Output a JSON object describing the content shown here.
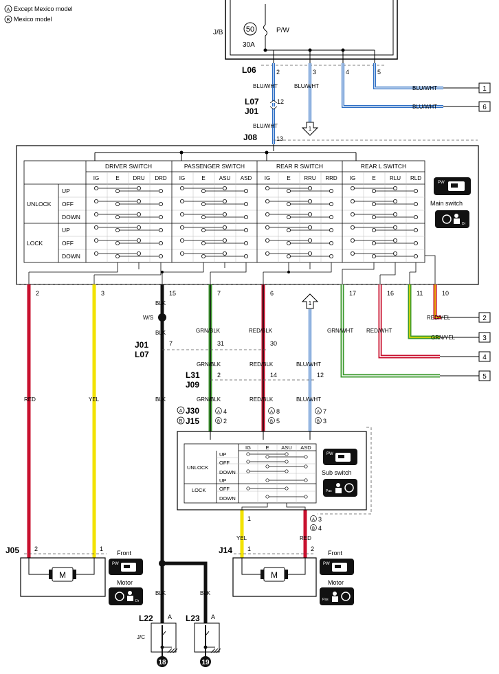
{
  "legend": {
    "a_symbol": "A",
    "a_text": "Except Mexico model",
    "b_symbol": "B",
    "b_text": "Mexico model"
  },
  "fuse": {
    "box": "J/B",
    "number": "50",
    "name": "P/W",
    "rating": "30A"
  },
  "connectors": {
    "L06": "L06",
    "L07": "L07",
    "J01": "J01",
    "J08": "J08",
    "L31": "L31",
    "J09": "J09",
    "J30": "J30",
    "J15": "J15",
    "J05": "J05",
    "J14": "J14",
    "L22": "L22",
    "L23": "L23",
    "WS": "W/S",
    "JC": "J/C"
  },
  "pins": {
    "l06_2": "2",
    "l06_3": "3",
    "l06_4": "4",
    "l06_5": "5",
    "l07_12": "12",
    "j08_13": "13",
    "main_2": "2",
    "main_3": "3",
    "main_15": "15",
    "main_7": "7",
    "main_6": "6",
    "main_17": "17",
    "main_16": "16",
    "main_11": "11",
    "main_10": "10",
    "j01_7": "7",
    "j01_31": "31",
    "j01_30": "30",
    "j09_2": "2",
    "j09_14": "14",
    "j09_12": "12",
    "j30_a4": "4",
    "j30_b2": "2",
    "j30_a8": "8",
    "j30_b5": "5",
    "j30_a7": "7",
    "j30_b3": "3",
    "sub_1": "1",
    "sub_a3": "3",
    "sub_b4": "4",
    "j05_2": "2",
    "j05_1": "1",
    "j14_1": "1",
    "j14_2": "2",
    "l22_a": "A",
    "l23_a": "A"
  },
  "wires": {
    "blu_wht": "BLU/WHT",
    "blk": "BLK",
    "grn_blk": "GRN/BLK",
    "red_blk": "RED/BLK",
    "grn_wht": "GRN/WHT",
    "red_wht": "RED/WHT",
    "grn_yel": "GRN/YEL",
    "red_yel": "RED/YEL",
    "red": "RED",
    "yel": "YEL"
  },
  "refs": {
    "r1": "1",
    "r2": "2",
    "r3": "3",
    "r4": "4",
    "r5": "5",
    "r6": "6",
    "down_arrow": "1",
    "up_arrow": "1",
    "ground_18": "18",
    "ground_19": "19"
  },
  "main_switch": {
    "groups": [
      "DRIVER SWITCH",
      "PASSENGER SWITCH",
      "REAR R SWITCH",
      "REAR L SWITCH"
    ],
    "columns": [
      "IG",
      "E",
      "DRU",
      "DRD",
      "IG",
      "E",
      "ASU",
      "ASD",
      "IG",
      "E",
      "RRU",
      "RRD",
      "IG",
      "E",
      "RLU",
      "RLD"
    ],
    "row_groups": [
      "UNLOCK",
      "LOCK"
    ],
    "rows": [
      "UP",
      "OFF",
      "DOWN",
      "UP",
      "OFF",
      "DOWN"
    ],
    "badge": "PW",
    "label": "Main switch",
    "badge2": "Dr"
  },
  "sub_switch": {
    "columns": [
      "IG",
      "E",
      "ASU",
      "ASD"
    ],
    "row_groups": [
      "UNLOCK",
      "LOCK"
    ],
    "rows": [
      "UP",
      "OFF",
      "DOWN",
      "UP",
      "OFF",
      "DOWN"
    ],
    "badge": "PW",
    "label": "Sub switch",
    "badge2": "Pas"
  },
  "motors": {
    "symbol": "M",
    "front_label": "Front",
    "motor_label": "Motor",
    "badge": "PW",
    "dr_badge": "Dr",
    "pas_badge": "Pas"
  },
  "colors": {
    "blue": "#2e6fc4",
    "red": "#c8102e",
    "yellow": "#f2e200",
    "green": "#3c9a2e",
    "black": "#111111"
  }
}
